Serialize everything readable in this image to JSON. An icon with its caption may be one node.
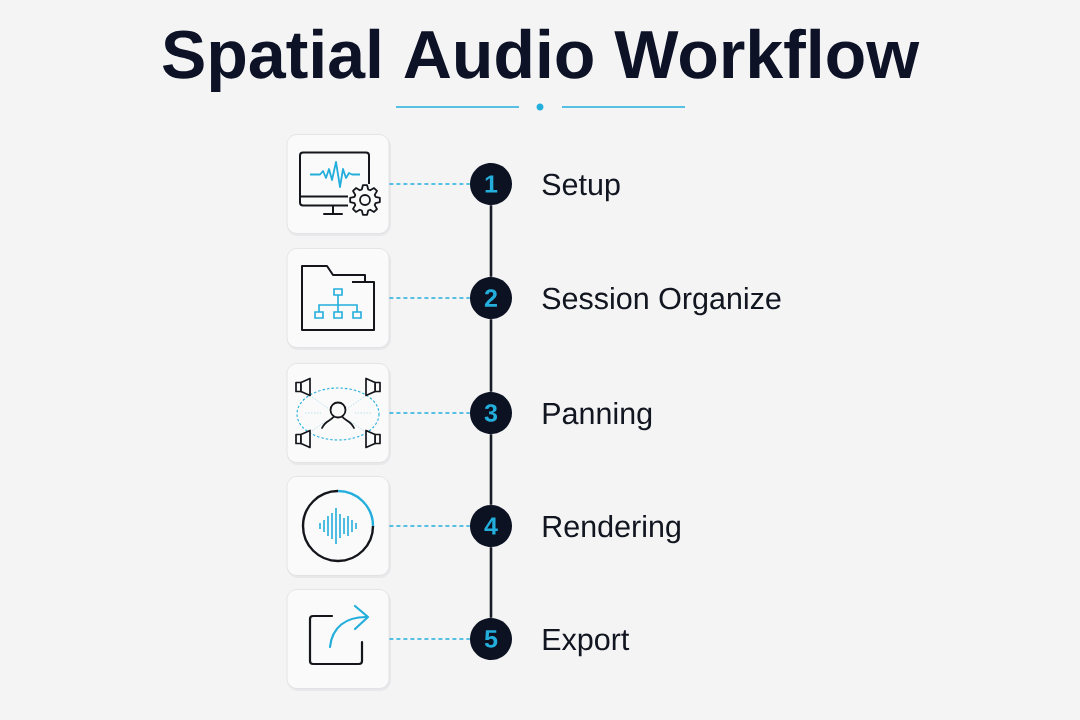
{
  "diagram": {
    "title": "Spatial Audio Workflow",
    "nodes": [
      {
        "text": [],
        "shape": "picture"
      },
      {
        "text": [
          "1"
        ],
        "beside": [
          "Setup"
        ]
      },
      {
        "text": [],
        "shape": "picture"
      },
      {
        "text": [
          "2"
        ],
        "beside": [
          "Session Organize"
        ]
      },
      {
        "text": [],
        "shape": "picture"
      },
      {
        "text": [
          "3"
        ],
        "beside": [
          "Panning"
        ]
      },
      {
        "text": [],
        "shape": "picture"
      },
      {
        "text": [
          "4"
        ],
        "beside": [
          "Rendering"
        ]
      },
      {
        "text": [],
        "shape": "picture"
      },
      {
        "text": [
          "5"
        ],
        "beside": [
          "Export"
        ]
      }
    ],
    "edges": [
      {
        "from": 0,
        "to": 1,
        "arrow": "none",
        "style": "dashed"
      },
      {
        "from": 2,
        "to": 3,
        "arrow": "none",
        "style": "dashed"
      },
      {
        "from": 4,
        "to": 5,
        "arrow": "none",
        "style": "dashed"
      },
      {
        "from": 6,
        "to": 7,
        "arrow": "none",
        "style": "dashed"
      },
      {
        "from": 8,
        "to": 9,
        "arrow": "none",
        "style": "dashed"
      },
      {
        "from": 1,
        "to": 3,
        "arrow": "none",
        "color": "#171b26"
      },
      {
        "from": 3,
        "to": 5,
        "arrow": "none",
        "color": "#171b26"
      },
      {
        "from": 5,
        "to": 7,
        "arrow": "none",
        "color": "#171b26"
      },
      {
        "from": 7,
        "to": 9,
        "arrow": "none",
        "color": "#171b26"
      }
    ]
  }
}
